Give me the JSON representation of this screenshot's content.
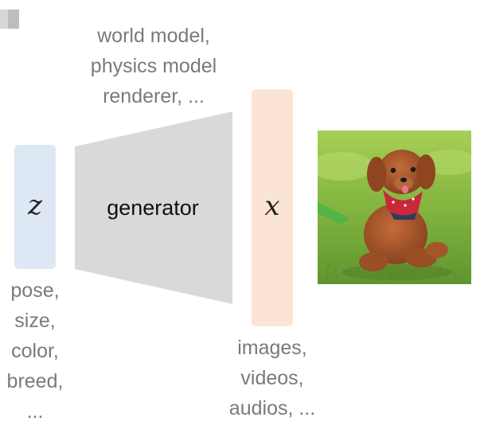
{
  "generator": {
    "label": "generator"
  },
  "latent": {
    "symbol": "z",
    "caption": "pose,\nsize,\ncolor,\nbreed,\n..."
  },
  "output": {
    "symbol": "x",
    "caption": "images,\nvideos,\naudios, ..."
  },
  "conditions": {
    "caption": "world model,\nphysics model\nrenderer, ..."
  },
  "colors": {
    "latent_fill": "#dde8f4",
    "output_fill": "#fbe4d6",
    "generator_fill": "#d9d9d9",
    "caption_text": "#7a7a7a"
  },
  "image": {
    "subject": "puppy-photo"
  }
}
